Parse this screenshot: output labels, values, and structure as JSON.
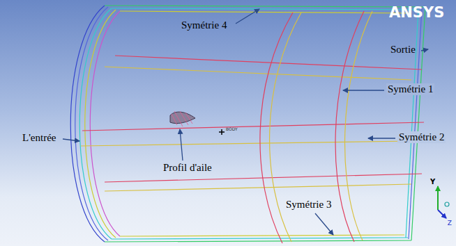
{
  "diagram": {
    "labels": [
      "ANSYS",
      "Symétrie 4",
      "Sortie",
      "Symétrie 1",
      "L'entrée",
      "Symétrie 2",
      "Profil d'aile",
      "BODY",
      "Symétrie 3",
      "Y",
      "Z"
    ]
  }
}
